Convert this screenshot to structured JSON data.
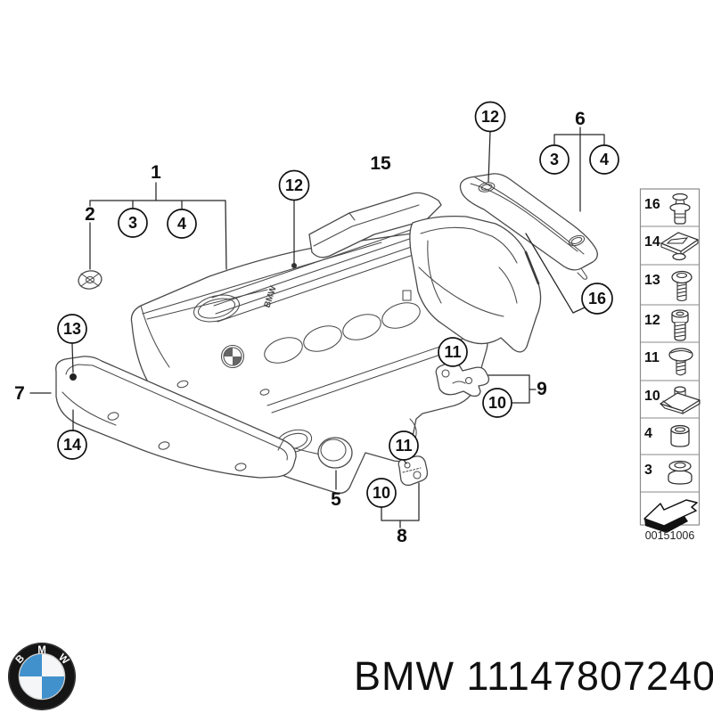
{
  "callouts": {
    "plain": [
      {
        "n": "1"
      },
      {
        "n": "2"
      },
      {
        "n": "5"
      },
      {
        "n": "6"
      },
      {
        "n": "7"
      },
      {
        "n": "8"
      },
      {
        "n": "9"
      },
      {
        "n": "15"
      }
    ],
    "circled": [
      {
        "n": "3"
      },
      {
        "n": "4"
      },
      {
        "n": "12"
      },
      {
        "n": "12"
      },
      {
        "n": "3"
      },
      {
        "n": "4"
      },
      {
        "n": "13"
      },
      {
        "n": "14"
      },
      {
        "n": "16"
      },
      {
        "n": "11"
      },
      {
        "n": "10"
      },
      {
        "n": "11"
      },
      {
        "n": "10"
      }
    ]
  },
  "legend": {
    "rows": [
      {
        "n": "16",
        "icon": "expansion-rivet-icon"
      },
      {
        "n": "14",
        "icon": "body-nut-icon"
      },
      {
        "n": "13",
        "icon": "screw-icon"
      },
      {
        "n": "12",
        "icon": "torx-bolt-icon"
      },
      {
        "n": "11",
        "icon": "oval-head-screw-icon"
      },
      {
        "n": "10",
        "icon": "clamp-nut-icon"
      },
      {
        "n": "4",
        "icon": "spacer-sleeve-icon"
      },
      {
        "n": "3",
        "icon": "grommet-icon"
      }
    ],
    "arrow_icon": "direction-arrow-icon",
    "code": "00151006"
  },
  "cover_molding_text": "BMW",
  "footer": {
    "logo_letters": [
      "B",
      "M",
      "W"
    ],
    "part_text": "BMW 11147807240"
  },
  "colors": {
    "background": "#ffffff",
    "line": "#4a4a4a",
    "callout": "#101010",
    "legend_border": "#8a8a8a",
    "logo_blue": "#4191cc",
    "logo_ring": "#151515"
  }
}
